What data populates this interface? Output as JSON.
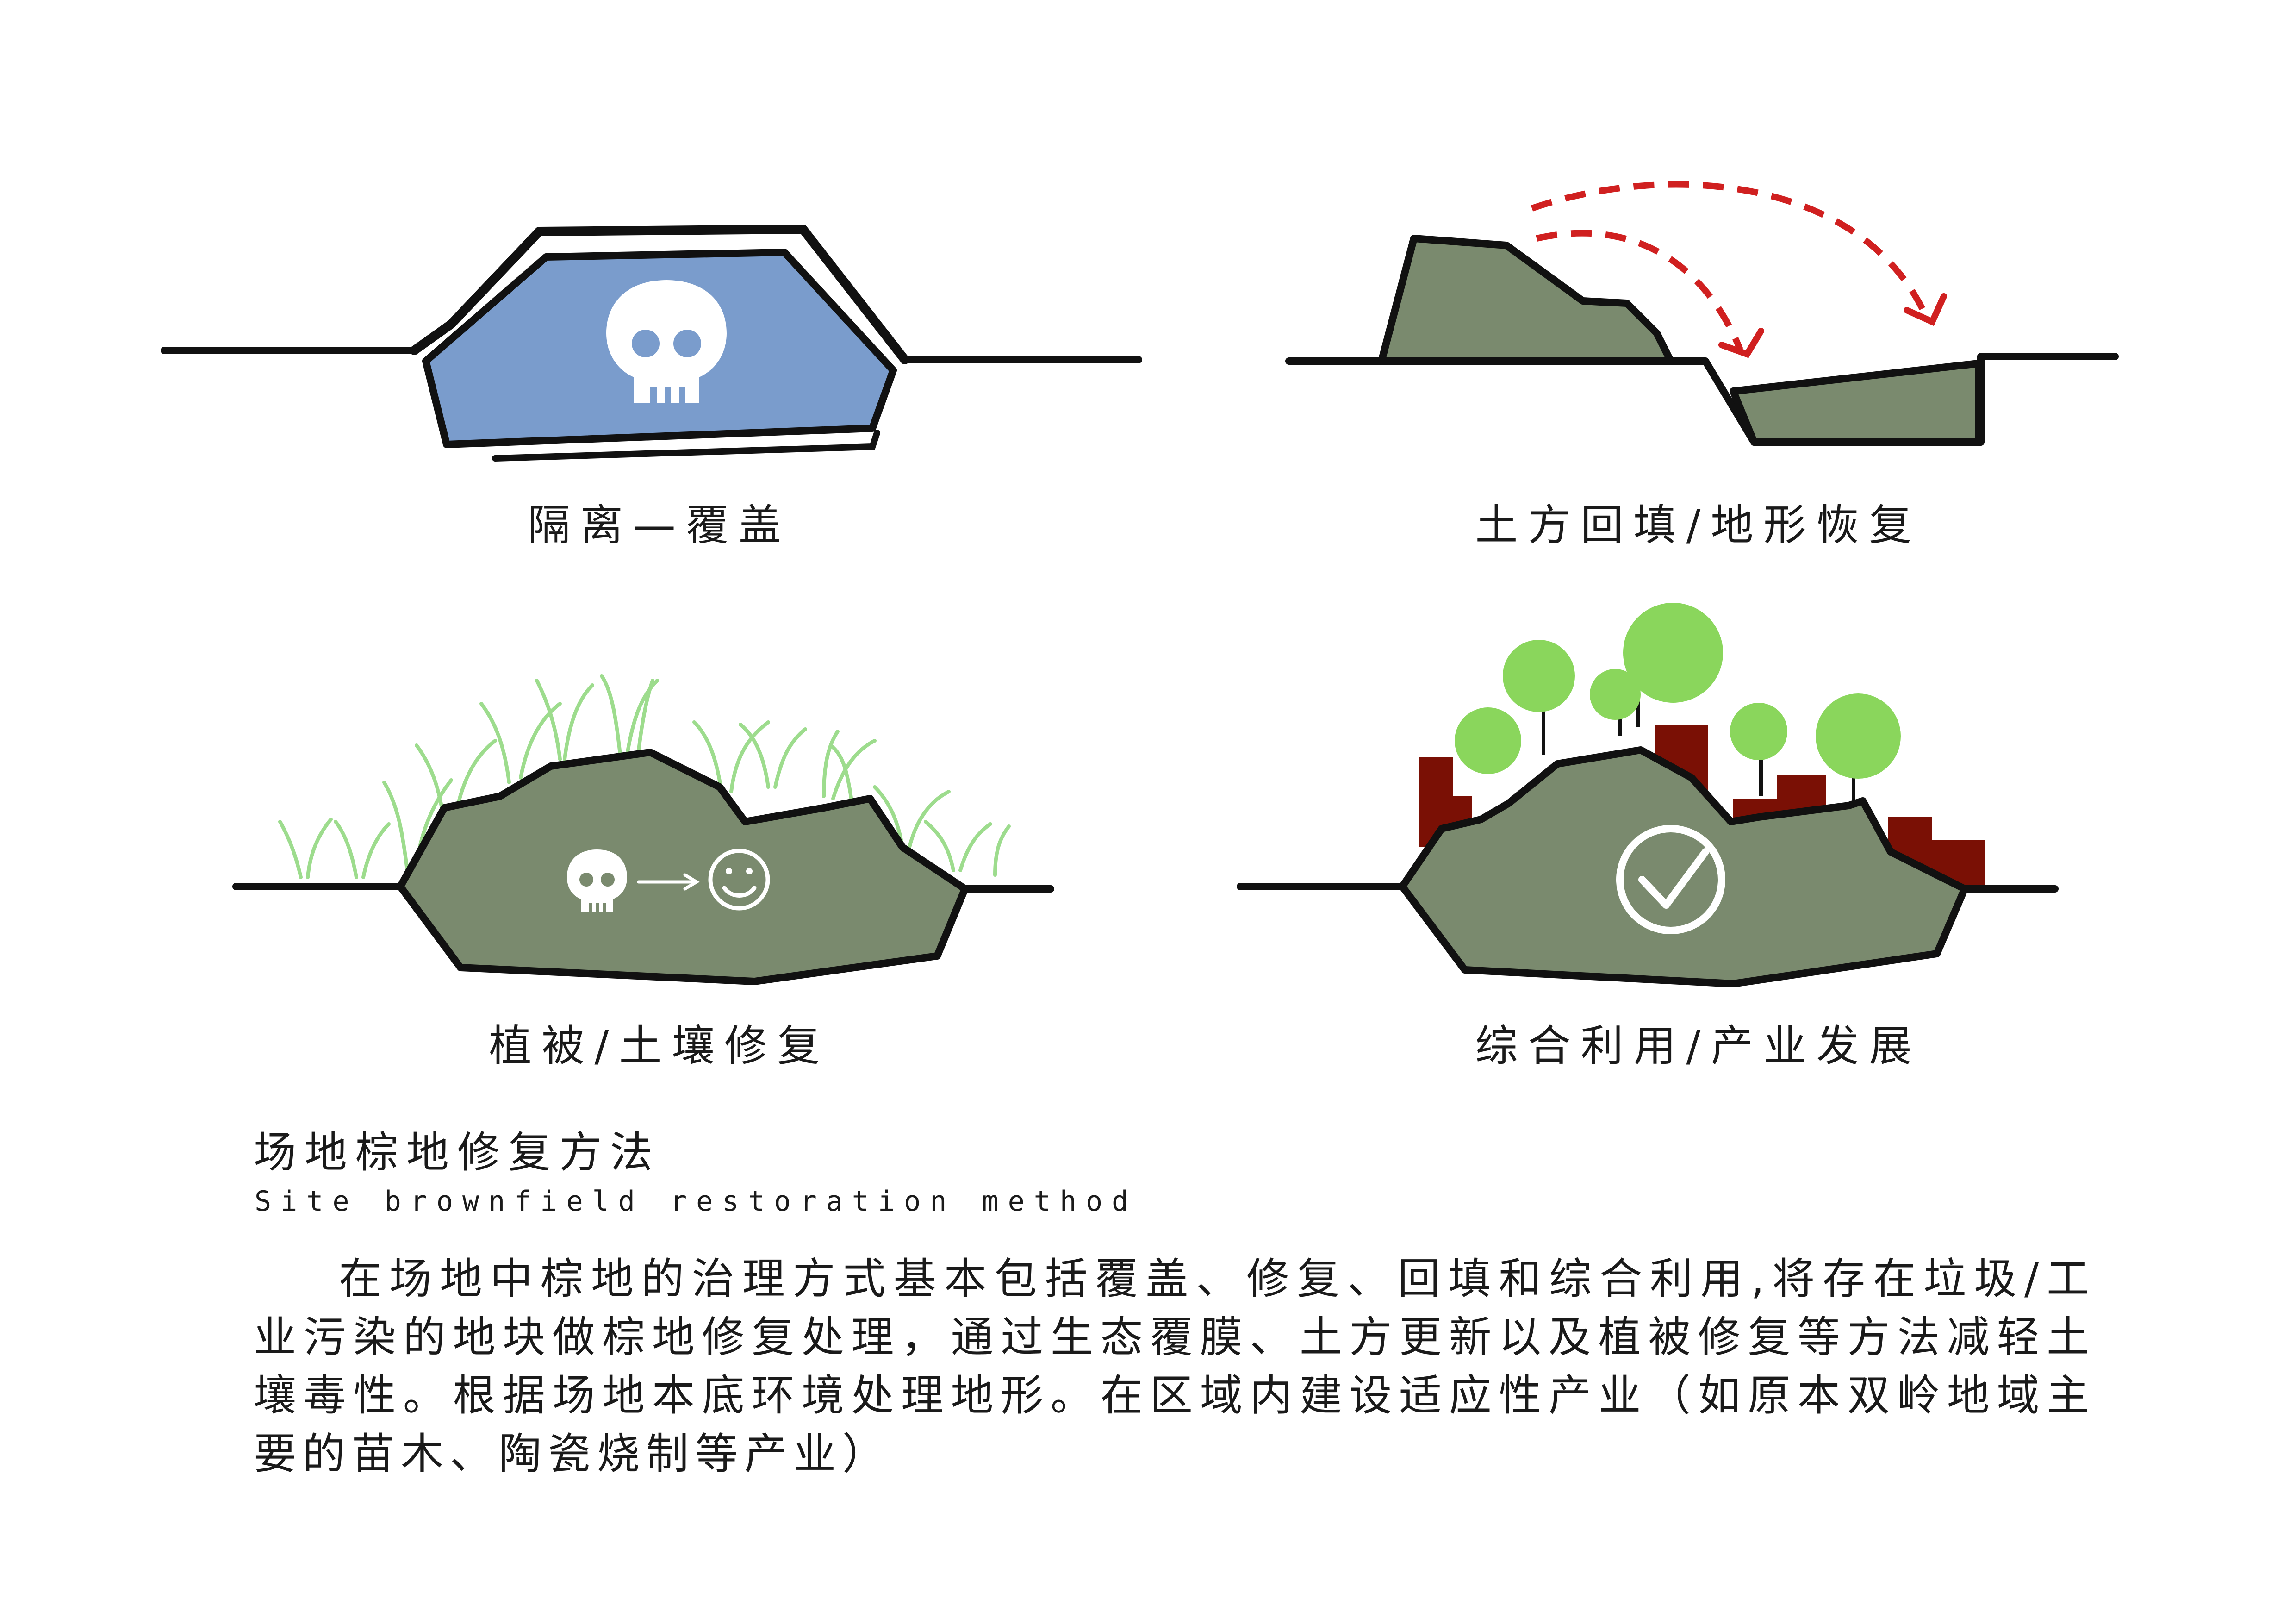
{
  "colors": {
    "cover_blue": "#7a9ccc",
    "soil_green": "#7a8a6e",
    "outline": "#111111",
    "arrow_red": "#d02020",
    "tree_green": "#8ad65c",
    "building_red": "#7a1005",
    "grass_green": "#8cd67a"
  },
  "icons": {
    "panel1": "skull-icon",
    "panel3": "skull-to-smiley-icon",
    "panel4": "checkmark-circle-icon"
  },
  "captions": {
    "panel1": "隔离—覆盖",
    "panel2": "土方回填/地形恢复",
    "panel3": "植被/土壤修复",
    "panel4": "综合利用/产业发展"
  },
  "section": {
    "title": "场地棕地修复方法",
    "subtitle": "Site brownfield restoration method",
    "body": "在场地中棕地的治理方式基本包括覆盖、修复、回填和综合利用,将存在垃圾/工业污染的地块做棕地修复处理，通过生态覆膜、土方更新以及植被修复等方法减轻土壤毒性。根据场地本底环境处理地形。在区域内建设适应性产业（如原本双岭地域主要的苗木、陶瓷烧制等产业）"
  }
}
